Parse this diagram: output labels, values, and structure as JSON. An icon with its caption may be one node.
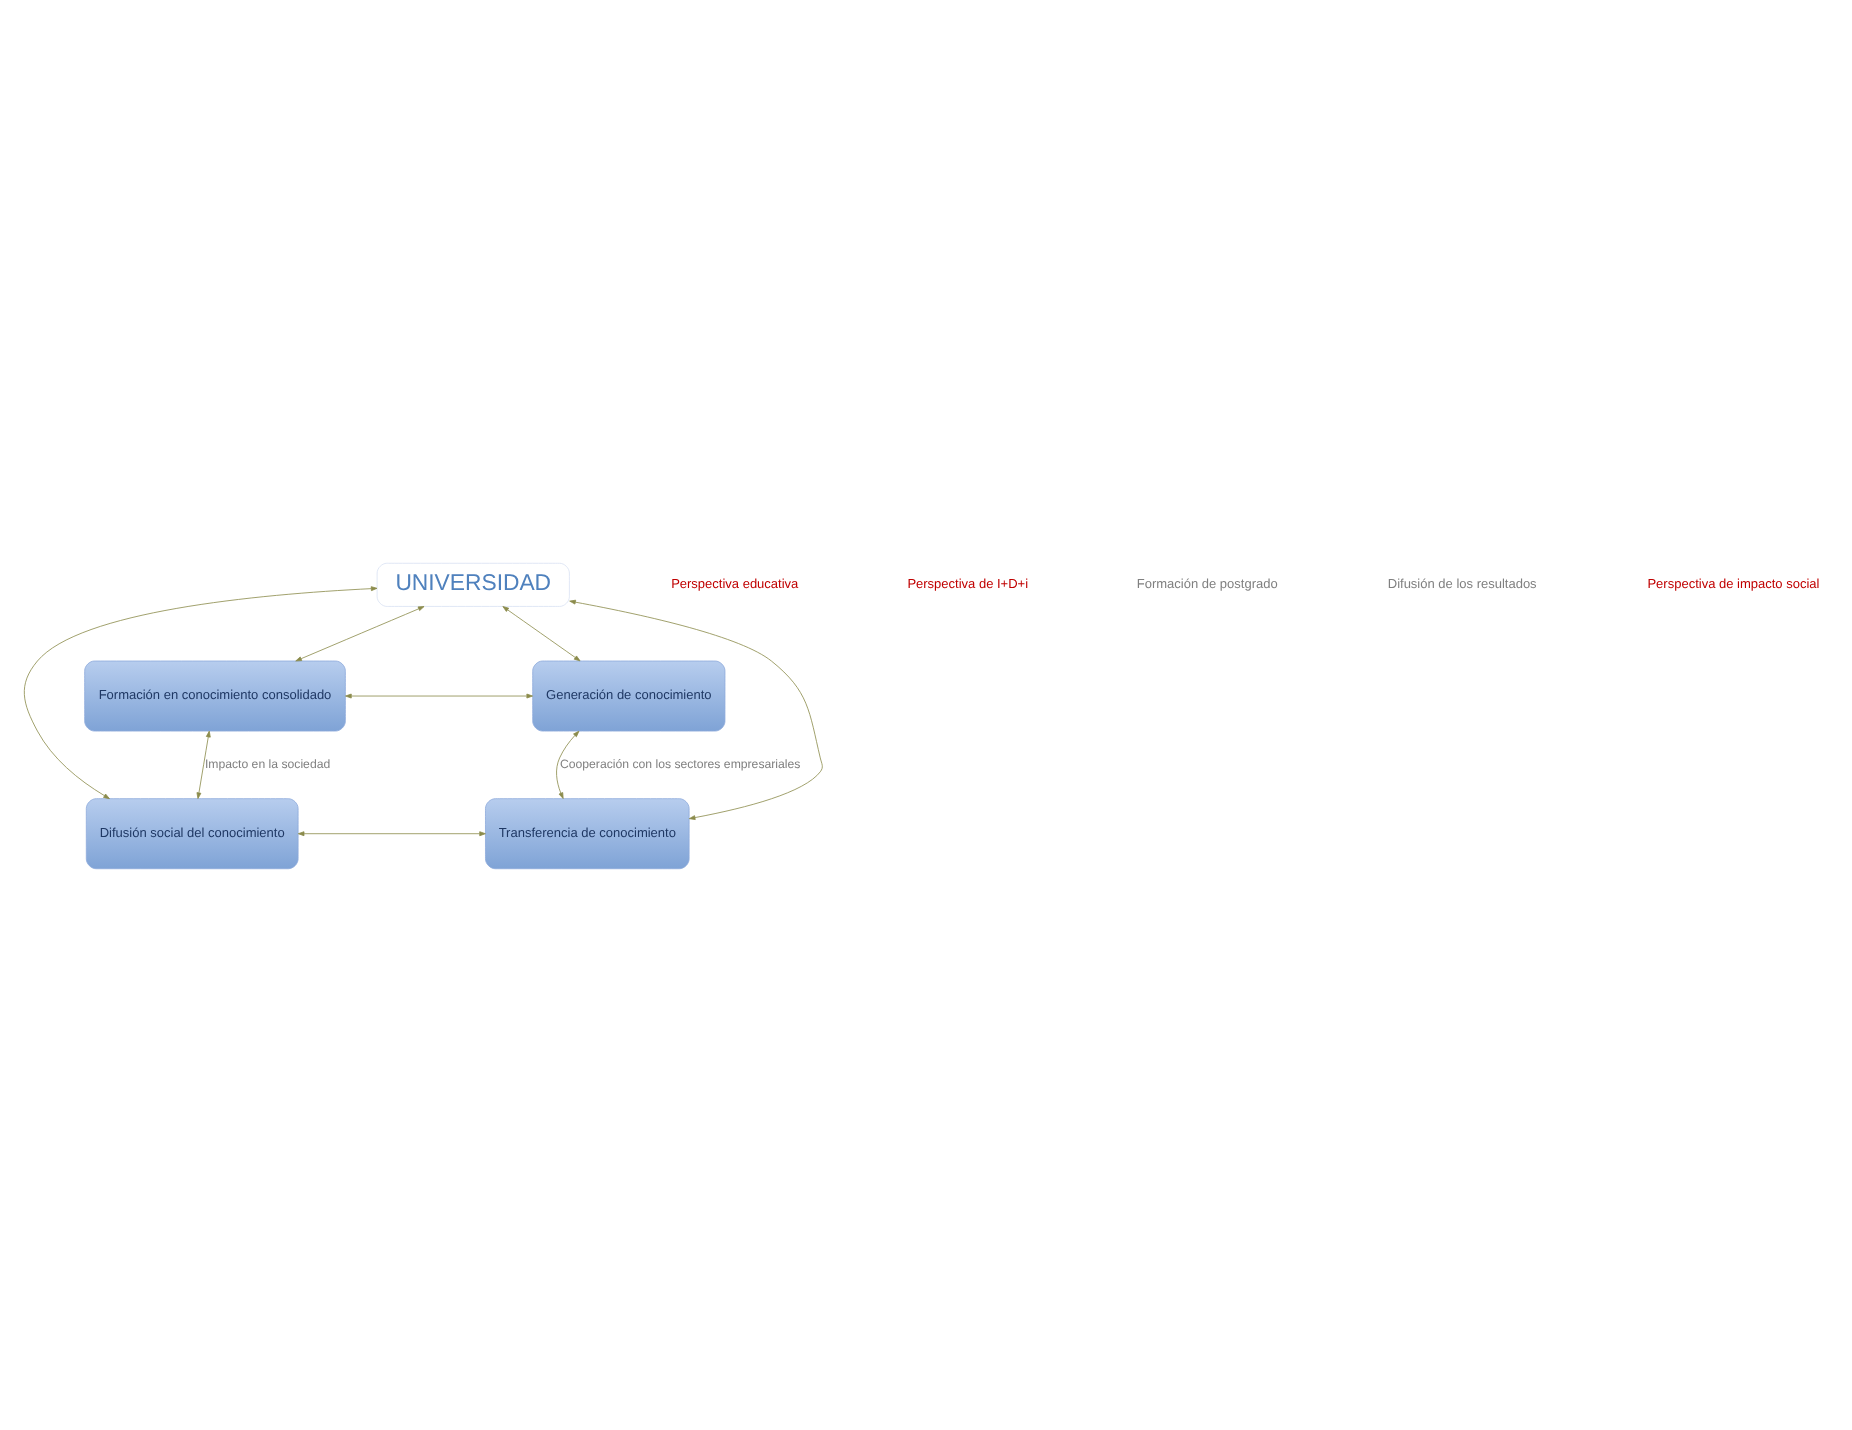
{
  "diagram": {
    "nodes": [
      {
        "text": [
          "Formación en conocimiento consolidado"
        ]
      },
      {
        "text": [
          "Generación de conocimiento"
        ]
      },
      {
        "text": [
          "UNIVERSIDAD"
        ]
      },
      {
        "text": [
          "Difusión social del conocimiento"
        ]
      },
      {
        "text": [
          "Transferencia de conocimiento"
        ]
      }
    ],
    "edges": [
      {
        "from": 0,
        "to": 1,
        "arrow": "both"
      },
      {
        "from": 0,
        "to": 3,
        "arrow": "both",
        "label": "Impacto en la sociedad"
      },
      {
        "from": 1,
        "to": 4,
        "arrow": "both",
        "label": "Cooperación con los sectores empresariales"
      },
      {
        "from": 3,
        "to": 4,
        "arrow": "both"
      },
      {
        "from": 2,
        "to": 0,
        "arrow": "both"
      },
      {
        "from": 2,
        "to": 1,
        "arrow": "both"
      },
      {
        "from": 2,
        "to": 3,
        "arrow": "both"
      },
      {
        "from": 2,
        "to": 4,
        "arrow": "both"
      }
    ],
    "labels": [
      "Perspectiva educativa",
      "Perspectiva de I+D+i",
      "Formación de postgrado",
      "Difusión de los resultados",
      "Perspectiva de impacto social"
    ]
  }
}
